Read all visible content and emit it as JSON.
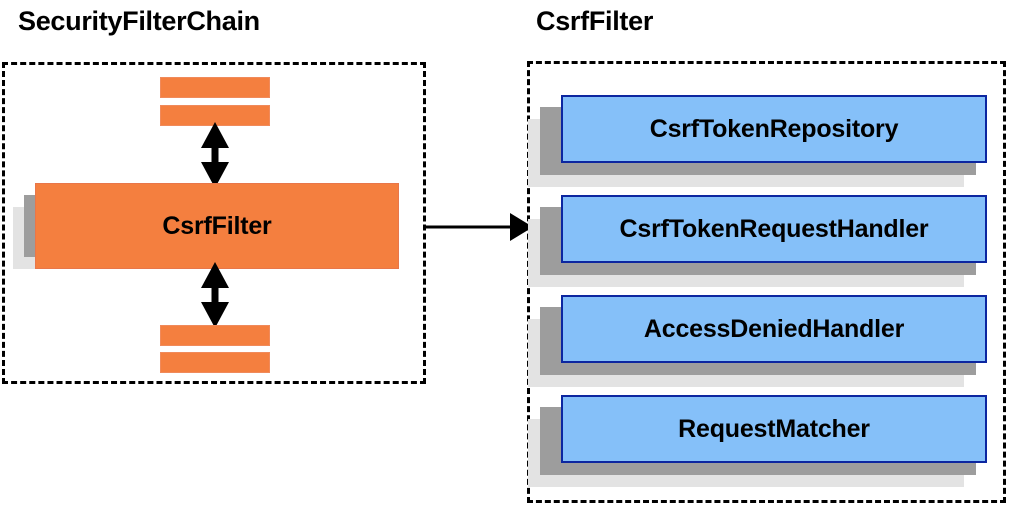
{
  "diagram": {
    "title_left": "SecurityFilterChain",
    "title_right": "CsrfFilter",
    "colors": {
      "orange": "#f47f3f",
      "orange_border": "#e8764a",
      "blue": "#85c0f9",
      "blue_border": "#0c26a0",
      "shadow_dark": "#9d9d9d",
      "shadow_light": "#e3e3e3",
      "outline": "#000000",
      "background": "#ffffff"
    }
  },
  "left_panel": {
    "title": "SecurityFilterChain",
    "main_card": {
      "label": "CsrfFilter"
    },
    "filter_bars": [
      {
        "name": "filter-bar-top-1"
      },
      {
        "name": "filter-bar-top-2"
      },
      {
        "name": "filter-bar-bottom-1"
      },
      {
        "name": "filter-bar-bottom-2"
      }
    ],
    "arrows": [
      {
        "name": "double-headed-arrow-upper",
        "type": "double-arrow-vertical"
      },
      {
        "name": "double-headed-arrow-lower",
        "type": "double-arrow-vertical"
      }
    ]
  },
  "connector": {
    "name": "link-arrow",
    "type": "single-arrow-right"
  },
  "right_panel": {
    "title": "CsrfFilter",
    "components": [
      {
        "label": "CsrfTokenRepository"
      },
      {
        "label": "CsrfTokenRequestHandler"
      },
      {
        "label": "AccessDeniedHandler"
      },
      {
        "label": "RequestMatcher"
      }
    ]
  }
}
